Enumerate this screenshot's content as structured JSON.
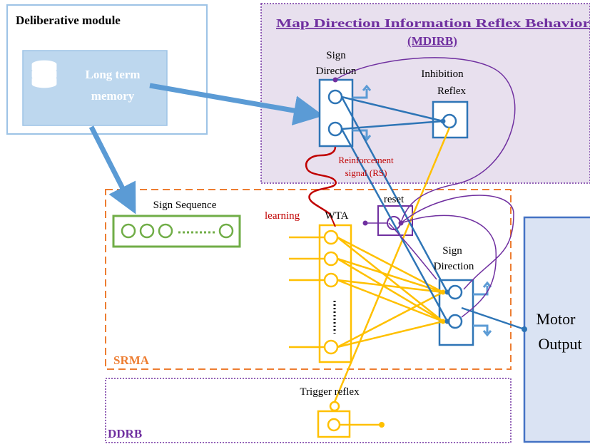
{
  "modules": {
    "deliberative": {
      "title": "Deliberative module",
      "memory_line1": "Long term",
      "memory_line2": "memory"
    },
    "mdirb": {
      "title_line1": "Map Direction Information Reflex Behavior",
      "title_line2": "(MDIRB)"
    },
    "srma": {
      "title": "SRMA"
    },
    "ddrb": {
      "title": "DDRB"
    },
    "motor": {
      "line1": "Motor",
      "line2": "Output"
    }
  },
  "labels": {
    "sign_direction_top_line1": "Sign",
    "sign_direction_top_line2": "Direction",
    "inhibition_line1": "Inhibition",
    "inhibition_line2": "Reflex",
    "reinforcement_line1": "Reinforcement",
    "reinforcement_line2": "signal (RS)",
    "reset": "reset",
    "learning": "learning",
    "wta": "WTA",
    "sign_sequence": "Sign Sequence",
    "sign_direction_bottom_line1": "Sign",
    "sign_direction_bottom_line2": "Direction",
    "trigger_reflex": "Trigger reflex"
  },
  "colors": {
    "blue": "#2e75b6",
    "light_blue": "#9dc3e6",
    "yellow": "#ffc000",
    "purple": "#7030a0",
    "orange": "#ed7d31",
    "green": "#70ad47",
    "red": "#c00000"
  }
}
